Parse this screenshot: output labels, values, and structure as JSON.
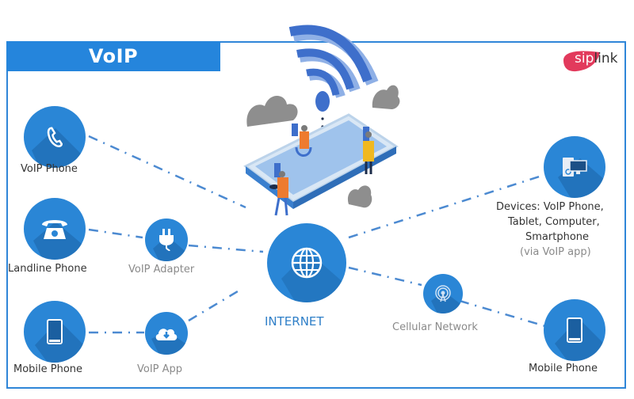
{
  "title": "VoIP",
  "logo": {
    "part1": "sip",
    "part2": "link"
  },
  "colors": {
    "accent": "#2585dc",
    "node": "#2a86d6",
    "node_shadow": "#1b65a8",
    "link": "#4c8ad1",
    "border": "#2f86d8"
  },
  "nodes": {
    "voip_phone": {
      "label": "VoIP Phone",
      "icon": "phone-handset-icon"
    },
    "landline_phone": {
      "label": "Landline Phone",
      "icon": "landline-phone-icon"
    },
    "voip_adapter": {
      "label": "VoIP Adapter",
      "icon": "plug-icon"
    },
    "mobile_phone_left": {
      "label": "Mobile Phone",
      "icon": "mobile-phone-icon"
    },
    "voip_app": {
      "label": "VoIP App",
      "icon": "cloud-download-icon"
    },
    "internet": {
      "label": "INTERNET",
      "icon": "globe-icon"
    },
    "devices": {
      "line1": "Devices: VoIP Phone,",
      "line2": "Tablet, Computer,",
      "line3": "Smartphone",
      "line4": "(via VoIP app)",
      "icon": "devices-icon"
    },
    "cellular": {
      "label": "Cellular Network",
      "icon": "cell-tower-icon"
    },
    "mobile_phone_right": {
      "label": "Mobile Phone",
      "icon": "mobile-phone-icon"
    }
  },
  "illustration": {
    "name": "smartphone-wifi-illustration"
  }
}
